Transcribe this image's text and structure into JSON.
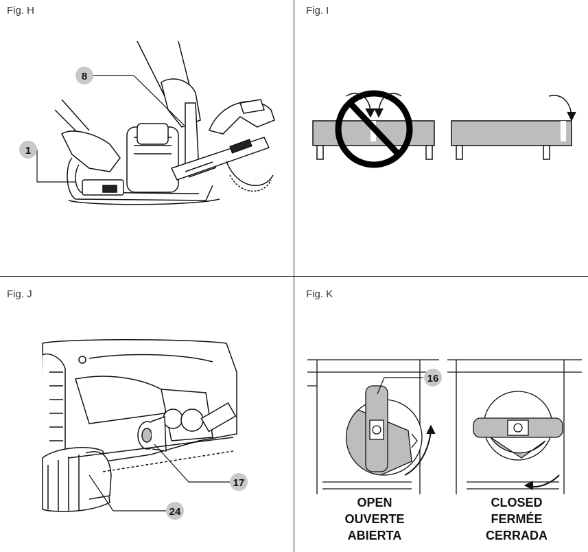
{
  "figures": {
    "h": {
      "label": "Fig. H",
      "callouts": [
        "8",
        "1"
      ]
    },
    "i": {
      "label": "Fig. I"
    },
    "j": {
      "label": "Fig. J",
      "callouts": [
        "17",
        "24"
      ]
    },
    "k": {
      "label": "Fig. K",
      "callouts": [
        "16"
      ],
      "open": [
        "OPEN",
        "OUVERTE",
        "ABIERTA"
      ],
      "closed": [
        "CLOSED",
        "FERMÉE",
        "CERRADA"
      ]
    }
  },
  "colors": {
    "line": "#111111",
    "callout_fill": "#c8c8c8",
    "shade": "#bdbdbd"
  }
}
